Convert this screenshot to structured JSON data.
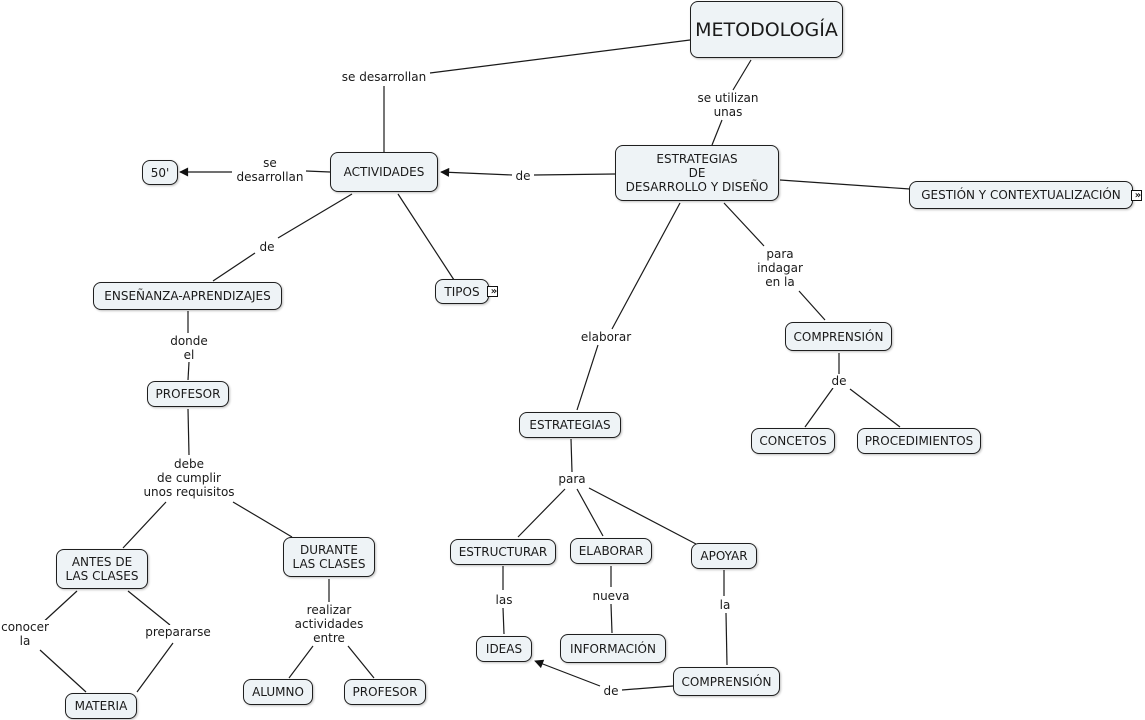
{
  "concept_map": {
    "nodes": {
      "metodologia": "METODOLOGÍA",
      "actividades": "ACTIVIDADES",
      "cincuenta": "50'",
      "estrategias_dd": "ESTRATEGIAS\nDE\nDESARROLLO Y DISEÑO",
      "gestion": "GESTIÓN Y CONTEXTUALIZACIÓN",
      "ensenanza": "ENSEÑANZA-APRENDIZAJES",
      "tipos": "TIPOS",
      "profesor": "PROFESOR",
      "antes": "ANTES DE\nLAS CLASES",
      "durante": "DURANTE\nLAS CLASES",
      "materia": "MATERIA",
      "alumno": "ALUMNO",
      "profesor2": "PROFESOR",
      "comprension1": "COMPRENSIÓN",
      "concetos": "CONCETOS",
      "procedimientos": "PROCEDIMIENTOS",
      "estrategias": "ESTRATEGIAS",
      "estructurar": "ESTRUCTURAR",
      "elaborar": "ELABORAR",
      "apoyar": "APOYAR",
      "ideas": "IDEAS",
      "informacion": "INFORMACIÓN",
      "comprension2": "COMPRENSIÓN"
    },
    "linking_phrases": {
      "se_desarrollan_top": "se desarrollan",
      "se_utilizan": "se utilizan\nunas",
      "se_desarrollan_50": "se\ndesarrollan",
      "de_actividades": "de",
      "de_ensenanza": "de",
      "donde_el": "donde\nel",
      "debe_cumplir": "debe\nde cumplir\nunos requisitos",
      "conocer_la": "conocer\nla",
      "prepararse": "prepararse",
      "realizar": "realizar\nactividades\nentre",
      "para_indagar": "para\nindagar\nen la",
      "de_comprension": "de",
      "elaborar": "elaborar",
      "para": "para",
      "las": "las",
      "nueva": "nueva",
      "la": "la",
      "de_ideas": "de"
    },
    "expand_icons": {
      "tipos": "»",
      "gestion": "»"
    },
    "colors": {
      "node_fill": "#eef3f6",
      "node_border": "#1f1f1f",
      "link_line": "#1a1a1a"
    }
  }
}
